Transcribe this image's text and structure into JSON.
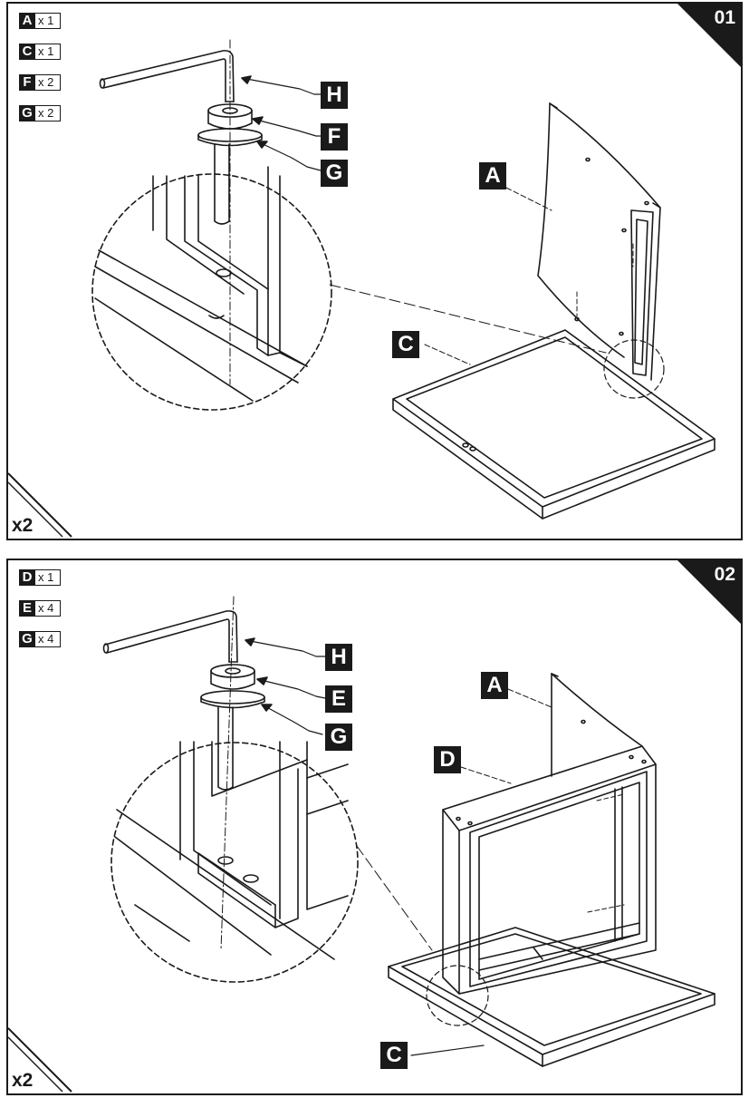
{
  "steps": [
    {
      "number": "01",
      "multiplier": "x2",
      "parts": [
        {
          "letter": "A",
          "qty": "x 1"
        },
        {
          "letter": "C",
          "qty": "x 1"
        },
        {
          "letter": "F",
          "qty": "x 2"
        },
        {
          "letter": "G",
          "qty": "x 2"
        }
      ],
      "callouts": {
        "h": "H",
        "f": "F",
        "g": "G",
        "a": "A",
        "c": "C"
      }
    },
    {
      "number": "02",
      "multiplier": "x2",
      "parts": [
        {
          "letter": "D",
          "qty": "x 1"
        },
        {
          "letter": "E",
          "qty": "x 4"
        },
        {
          "letter": "G",
          "qty": "x 4"
        }
      ],
      "callouts": {
        "h": "H",
        "e": "E",
        "g": "G",
        "a": "A",
        "d": "D",
        "c": "C"
      }
    }
  ],
  "colors": {
    "ink": "#1a1a1a",
    "paper": "#ffffff"
  }
}
